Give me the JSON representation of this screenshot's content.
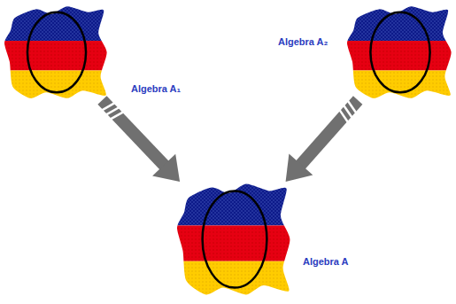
{
  "diagram": {
    "nodes": [
      {
        "text": [
          "Algebra A₁"
        ]
      },
      {
        "text": [
          "Algebra A₂"
        ]
      },
      {
        "text": [
          "Algebra A"
        ]
      }
    ],
    "edges": [
      {
        "from": 0,
        "to": 2,
        "arrow": "to"
      },
      {
        "from": 1,
        "to": 2,
        "arrow": "to"
      }
    ]
  }
}
